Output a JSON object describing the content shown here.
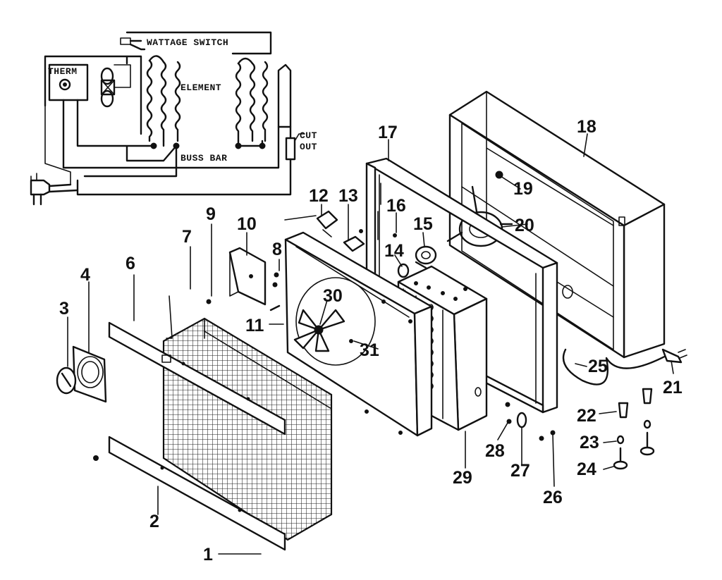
{
  "schematic": {
    "wattage_switch": "WATTAGE SWITCH",
    "therm": "THERM",
    "element": "ELEMENT",
    "buss_bar": "BUSS BAR",
    "cut": "CUT",
    "out": "OUT"
  },
  "parts": {
    "p1": "1",
    "p2": "2",
    "p3": "3",
    "p4": "4",
    "p6": "6",
    "p7": "7",
    "p8": "8",
    "p9": "9",
    "p10": "10",
    "p11": "11",
    "p12": "12",
    "p13": "13",
    "p14": "14",
    "p15": "15",
    "p16": "16",
    "p17": "17",
    "p18": "18",
    "p19": "19",
    "p20": "20",
    "p21": "21",
    "p22": "22",
    "p23": "23",
    "p24": "24",
    "p25": "25",
    "p26": "26",
    "p27": "27",
    "p28": "28",
    "p29": "29",
    "p30": "30",
    "p31": "31"
  }
}
